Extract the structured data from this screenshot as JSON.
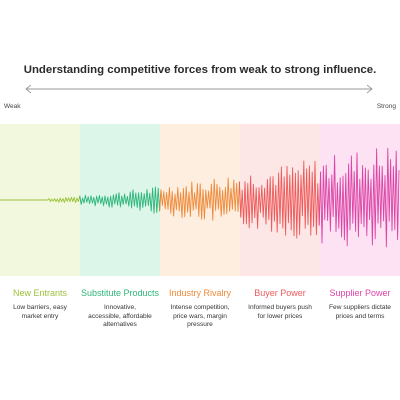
{
  "title": "Understanding competitive forces from weak to strong influence.",
  "scale": {
    "weak_label": "Weak",
    "strong_label": "Strong"
  },
  "forces": [
    {
      "name": "New Entrants",
      "description": "Low barriers, easy market entry",
      "color": "#9cc23a",
      "band_color": "#f2f8dd"
    },
    {
      "name": "Substitute Products",
      "description": "Innovative, accessible, affordable alternatives",
      "color": "#2eb67a",
      "band_color": "#dcf6ea"
    },
    {
      "name": "Industry Rivalry",
      "description": "Intense competition, price wars, margin pressure",
      "color": "#ee8a3a",
      "band_color": "#fdeee0"
    },
    {
      "name": "Buyer Power",
      "description": "Informed buyers push for lower prices",
      "color": "#ee5a5a",
      "band_color": "#fde6e6"
    },
    {
      "name": "Supplier Power",
      "description": "Few suppliers dictate prices and terms",
      "color": "#dd44a8",
      "band_color": "#fce2f2"
    }
  ]
}
